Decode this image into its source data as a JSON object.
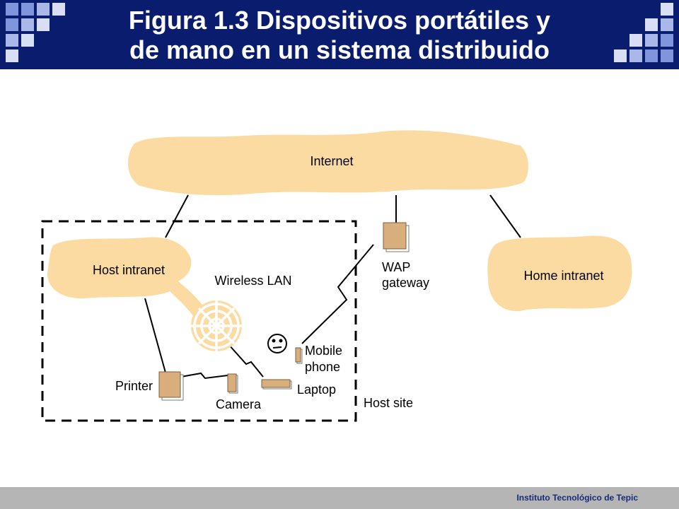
{
  "slide": {
    "title_line1": "Figura 1.3 Dispositivos portátiles y",
    "title_line2": "de mano en un sistema distribuido",
    "footer": "Instituto Tecnológico de Tepic"
  },
  "diagram": {
    "nodes": {
      "internet": "Internet",
      "host_intranet": "Host intranet",
      "home_intranet": "Home intranet",
      "wireless_lan": "Wireless LAN",
      "wap_line1": "WAP",
      "wap_line2": "gateway",
      "mobile_line1": "Mobile",
      "mobile_line2": "phone",
      "printer": "Printer",
      "camera": "Camera",
      "laptop": "Laptop",
      "host_site": "Host site"
    }
  },
  "colors": {
    "header": "#0a1c6e",
    "cloud": "#fbdba2",
    "device": "#d8ae7c",
    "footer": "#b5b5b5"
  }
}
